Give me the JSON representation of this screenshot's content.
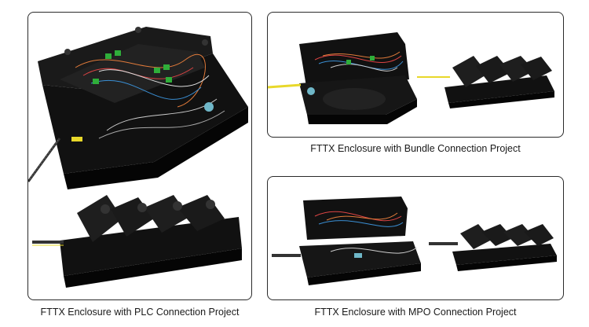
{
  "captions": {
    "plc": "FTTX Enclosure with PLC Connection Project",
    "bundle": "FTTX Enclosure with Bundle Connection Project",
    "mpo": "FTTX Enclosure with MPO Connection Project"
  },
  "colors": {
    "panel_border": "#2a2a2a",
    "enclosure": "#161616",
    "adapter_green": "#2fae3a",
    "cable_yellow": "#e8d82a",
    "gland_blue": "#6fb7c8"
  },
  "icons": {
    "plc_product": "fiber-enclosure-open-image",
    "plc_closed": "fiber-enclosure-closed-image",
    "bundle_product": "fiber-enclosure-bundle-image",
    "mpo_product": "fiber-enclosure-mpo-image"
  }
}
